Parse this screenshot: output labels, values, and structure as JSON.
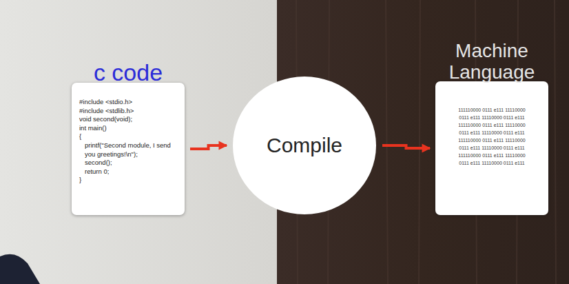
{
  "diagram": {
    "nodes": [
      {
        "text": [
          "c code",
          "#include <stdio.h>",
          "#include <stdlib.h>",
          "void second(void);",
          "int main()",
          "{",
          "printf(\"Second module, I send you greetings!\\n\");",
          "second();",
          "return 0;",
          "}"
        ]
      },
      {
        "text": [
          "Compile"
        ]
      },
      {
        "text": [
          "Machine Language",
          "111110000 0111 e111 11110000",
          "0111 e111 11110000 0111 e111",
          "111110000 0111 e111 11110000",
          "0111 e111 11110000 0111 e111",
          "111110000 0111 e111 11110000",
          "0111 e111 11110000 0111 e111",
          "111110000 0111 e111 11110000",
          "0111 e111 11110000 0111 e111"
        ]
      }
    ],
    "edges": [
      {
        "from": 0,
        "to": 1,
        "arrow": "to"
      },
      {
        "from": 1,
        "to": 2,
        "arrow": "to"
      }
    ]
  }
}
